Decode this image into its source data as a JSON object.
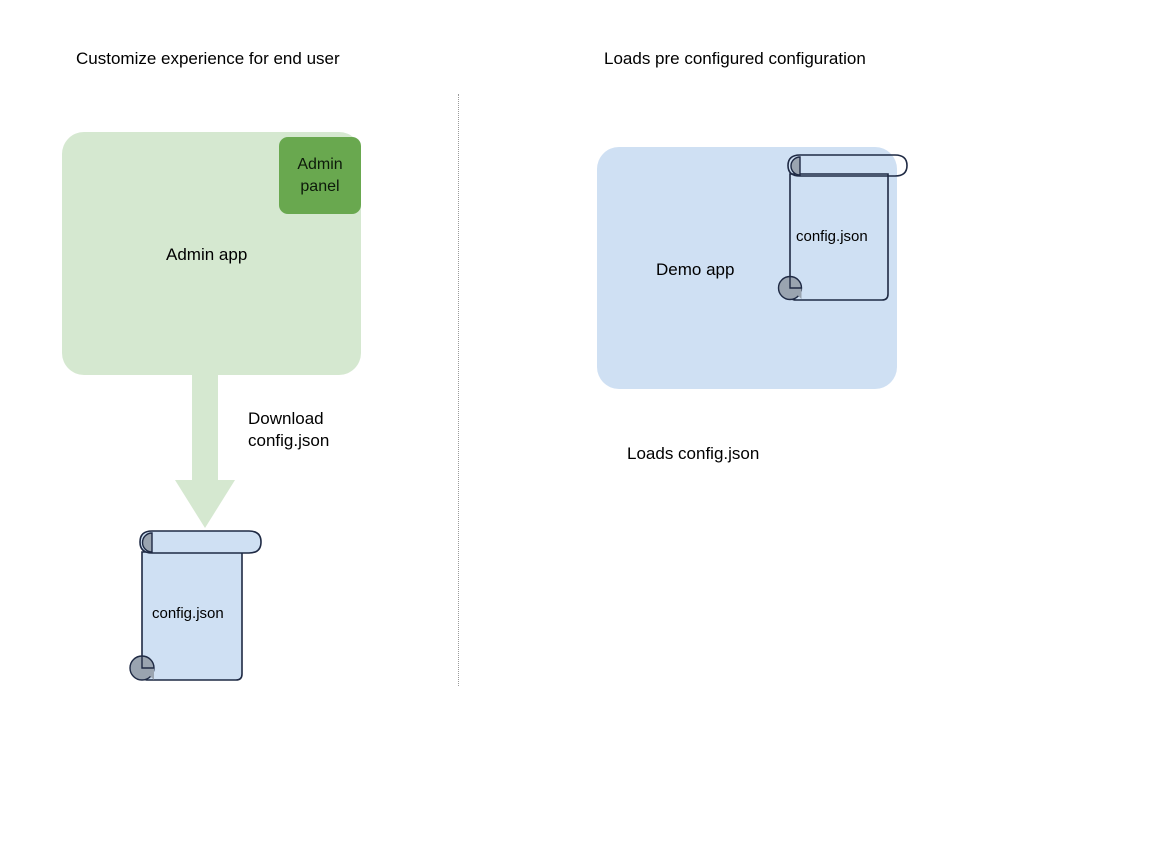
{
  "diagram": {
    "background_color": "#ffffff",
    "divider": {
      "name": "vertical-dotted-divider",
      "color": "#9a9a9a",
      "style": "dotted"
    },
    "left_panel": {
      "title": "Customize experience for end user",
      "app": {
        "label": "Admin app",
        "fill_color": "#d5e8d0"
      },
      "admin_panel": {
        "label_line1": "Admin",
        "label_line2": "panel",
        "fill_color": "#69a84f"
      },
      "arrow": {
        "label_line1": "Download",
        "label_line2": "config.json",
        "fill_color": "#d5e8d0"
      },
      "document": {
        "label": "config.json",
        "fill_color": "#cfe0f3",
        "stroke_color": "#1f2a44",
        "curl_color": "#9aa4b0"
      }
    },
    "right_panel": {
      "title": "Loads pre configured configuration",
      "app": {
        "label": "Demo app",
        "fill_color": "#cfe0f3"
      },
      "document": {
        "label": "config.json",
        "fill_color": "transparent",
        "stroke_color": "#1f2a44",
        "curl_color": "#9aa4b0"
      },
      "caption": "Loads config.json"
    }
  }
}
